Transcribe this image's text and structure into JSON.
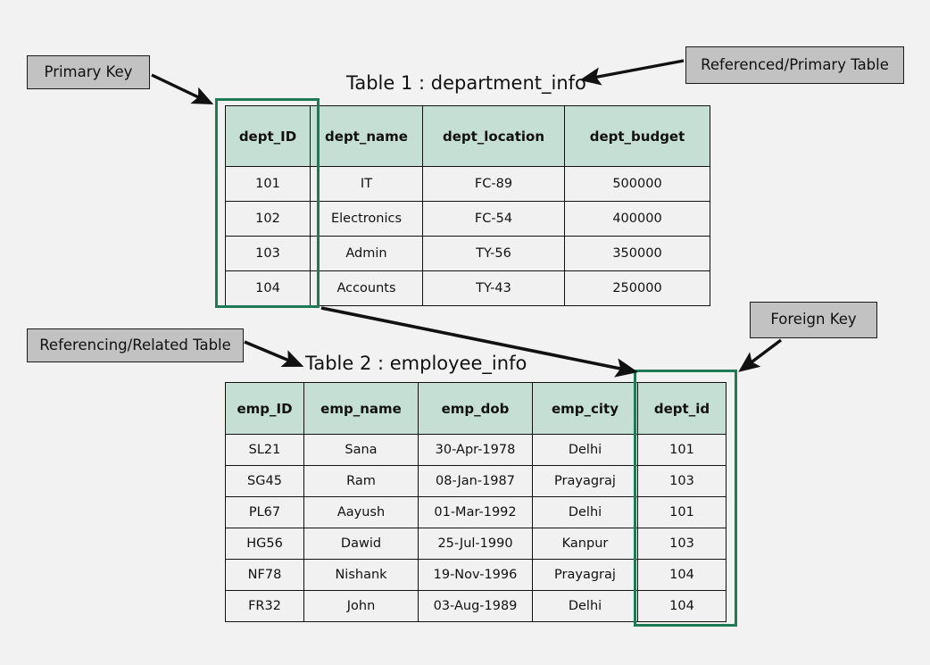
{
  "background_color": "#f2f2f2",
  "accent_colors": {
    "header_fill": "#c5dfd4",
    "highlight_border": "#1d7a54",
    "callout_fill": "#c2c2c2",
    "line": "#111111"
  },
  "callouts": {
    "primary_key": "Primary Key",
    "referenced_primary_table": "Referenced/Primary Table",
    "referencing_related_table": "Referencing/Related Table",
    "foreign_key": "Foreign Key"
  },
  "table1": {
    "title": "Table 1 : department_info",
    "columns": [
      "dept_ID",
      "dept_name",
      "dept_location",
      "dept_budget"
    ],
    "rows": [
      [
        "101",
        "IT",
        "FC-89",
        "500000"
      ],
      [
        "102",
        "Electronics",
        "FC-54",
        "400000"
      ],
      [
        "103",
        "Admin",
        "TY-56",
        "350000"
      ],
      [
        "104",
        "Accounts",
        "TY-43",
        "250000"
      ]
    ]
  },
  "table2": {
    "title": "Table 2 : employee_info",
    "columns": [
      "emp_ID",
      "emp_name",
      "emp_dob",
      "emp_city",
      "dept_id"
    ],
    "rows": [
      [
        "SL21",
        "Sana",
        "30-Apr-1978",
        "Delhi",
        "101"
      ],
      [
        "SG45",
        "Ram",
        "08-Jan-1987",
        "Prayagraj",
        "103"
      ],
      [
        "PL67",
        "Aayush",
        "01-Mar-1992",
        "Delhi",
        "101"
      ],
      [
        "HG56",
        "Dawid",
        "25-Jul-1990",
        "Kanpur",
        "103"
      ],
      [
        "NF78",
        "Nishank",
        "19-Nov-1996",
        "Prayagraj",
        "104"
      ],
      [
        "FR32",
        "John",
        "03-Aug-1989",
        "Delhi",
        "104"
      ]
    ]
  }
}
